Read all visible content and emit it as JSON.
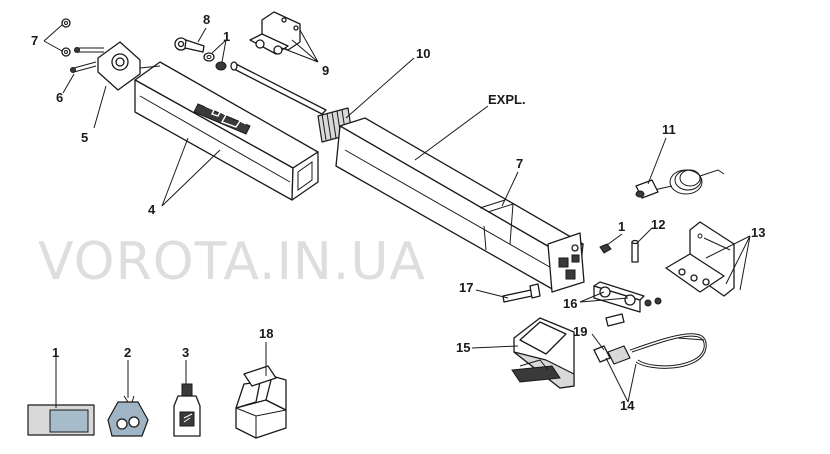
{
  "watermark": "VOROTA.IN.UA",
  "explode_label": "EXPL.",
  "callouts": [
    {
      "id": "c7a",
      "text": "7"
    },
    {
      "id": "c6",
      "text": "6"
    },
    {
      "id": "c5",
      "text": "5"
    },
    {
      "id": "c8",
      "text": "8"
    },
    {
      "id": "c1a",
      "text": "1"
    },
    {
      "id": "c9",
      "text": "9"
    },
    {
      "id": "c10",
      "text": "10"
    },
    {
      "id": "c4",
      "text": "4"
    },
    {
      "id": "c7b",
      "text": "7"
    },
    {
      "id": "c11",
      "text": "11"
    },
    {
      "id": "c1b",
      "text": "1"
    },
    {
      "id": "c12",
      "text": "12"
    },
    {
      "id": "c13",
      "text": "13"
    },
    {
      "id": "c17",
      "text": "17"
    },
    {
      "id": "c16",
      "text": "16"
    },
    {
      "id": "c15",
      "text": "15"
    },
    {
      "id": "c19",
      "text": "19"
    },
    {
      "id": "c14",
      "text": "14"
    },
    {
      "id": "c18",
      "text": "18"
    },
    {
      "id": "k1",
      "text": "1"
    },
    {
      "id": "k2",
      "text": "2"
    },
    {
      "id": "k3",
      "text": "3"
    }
  ],
  "colors": {
    "line": "#1a1a1a",
    "shade": "#d9d9d9",
    "watermark": "#dedede",
    "bag": "#9fb4c4"
  }
}
